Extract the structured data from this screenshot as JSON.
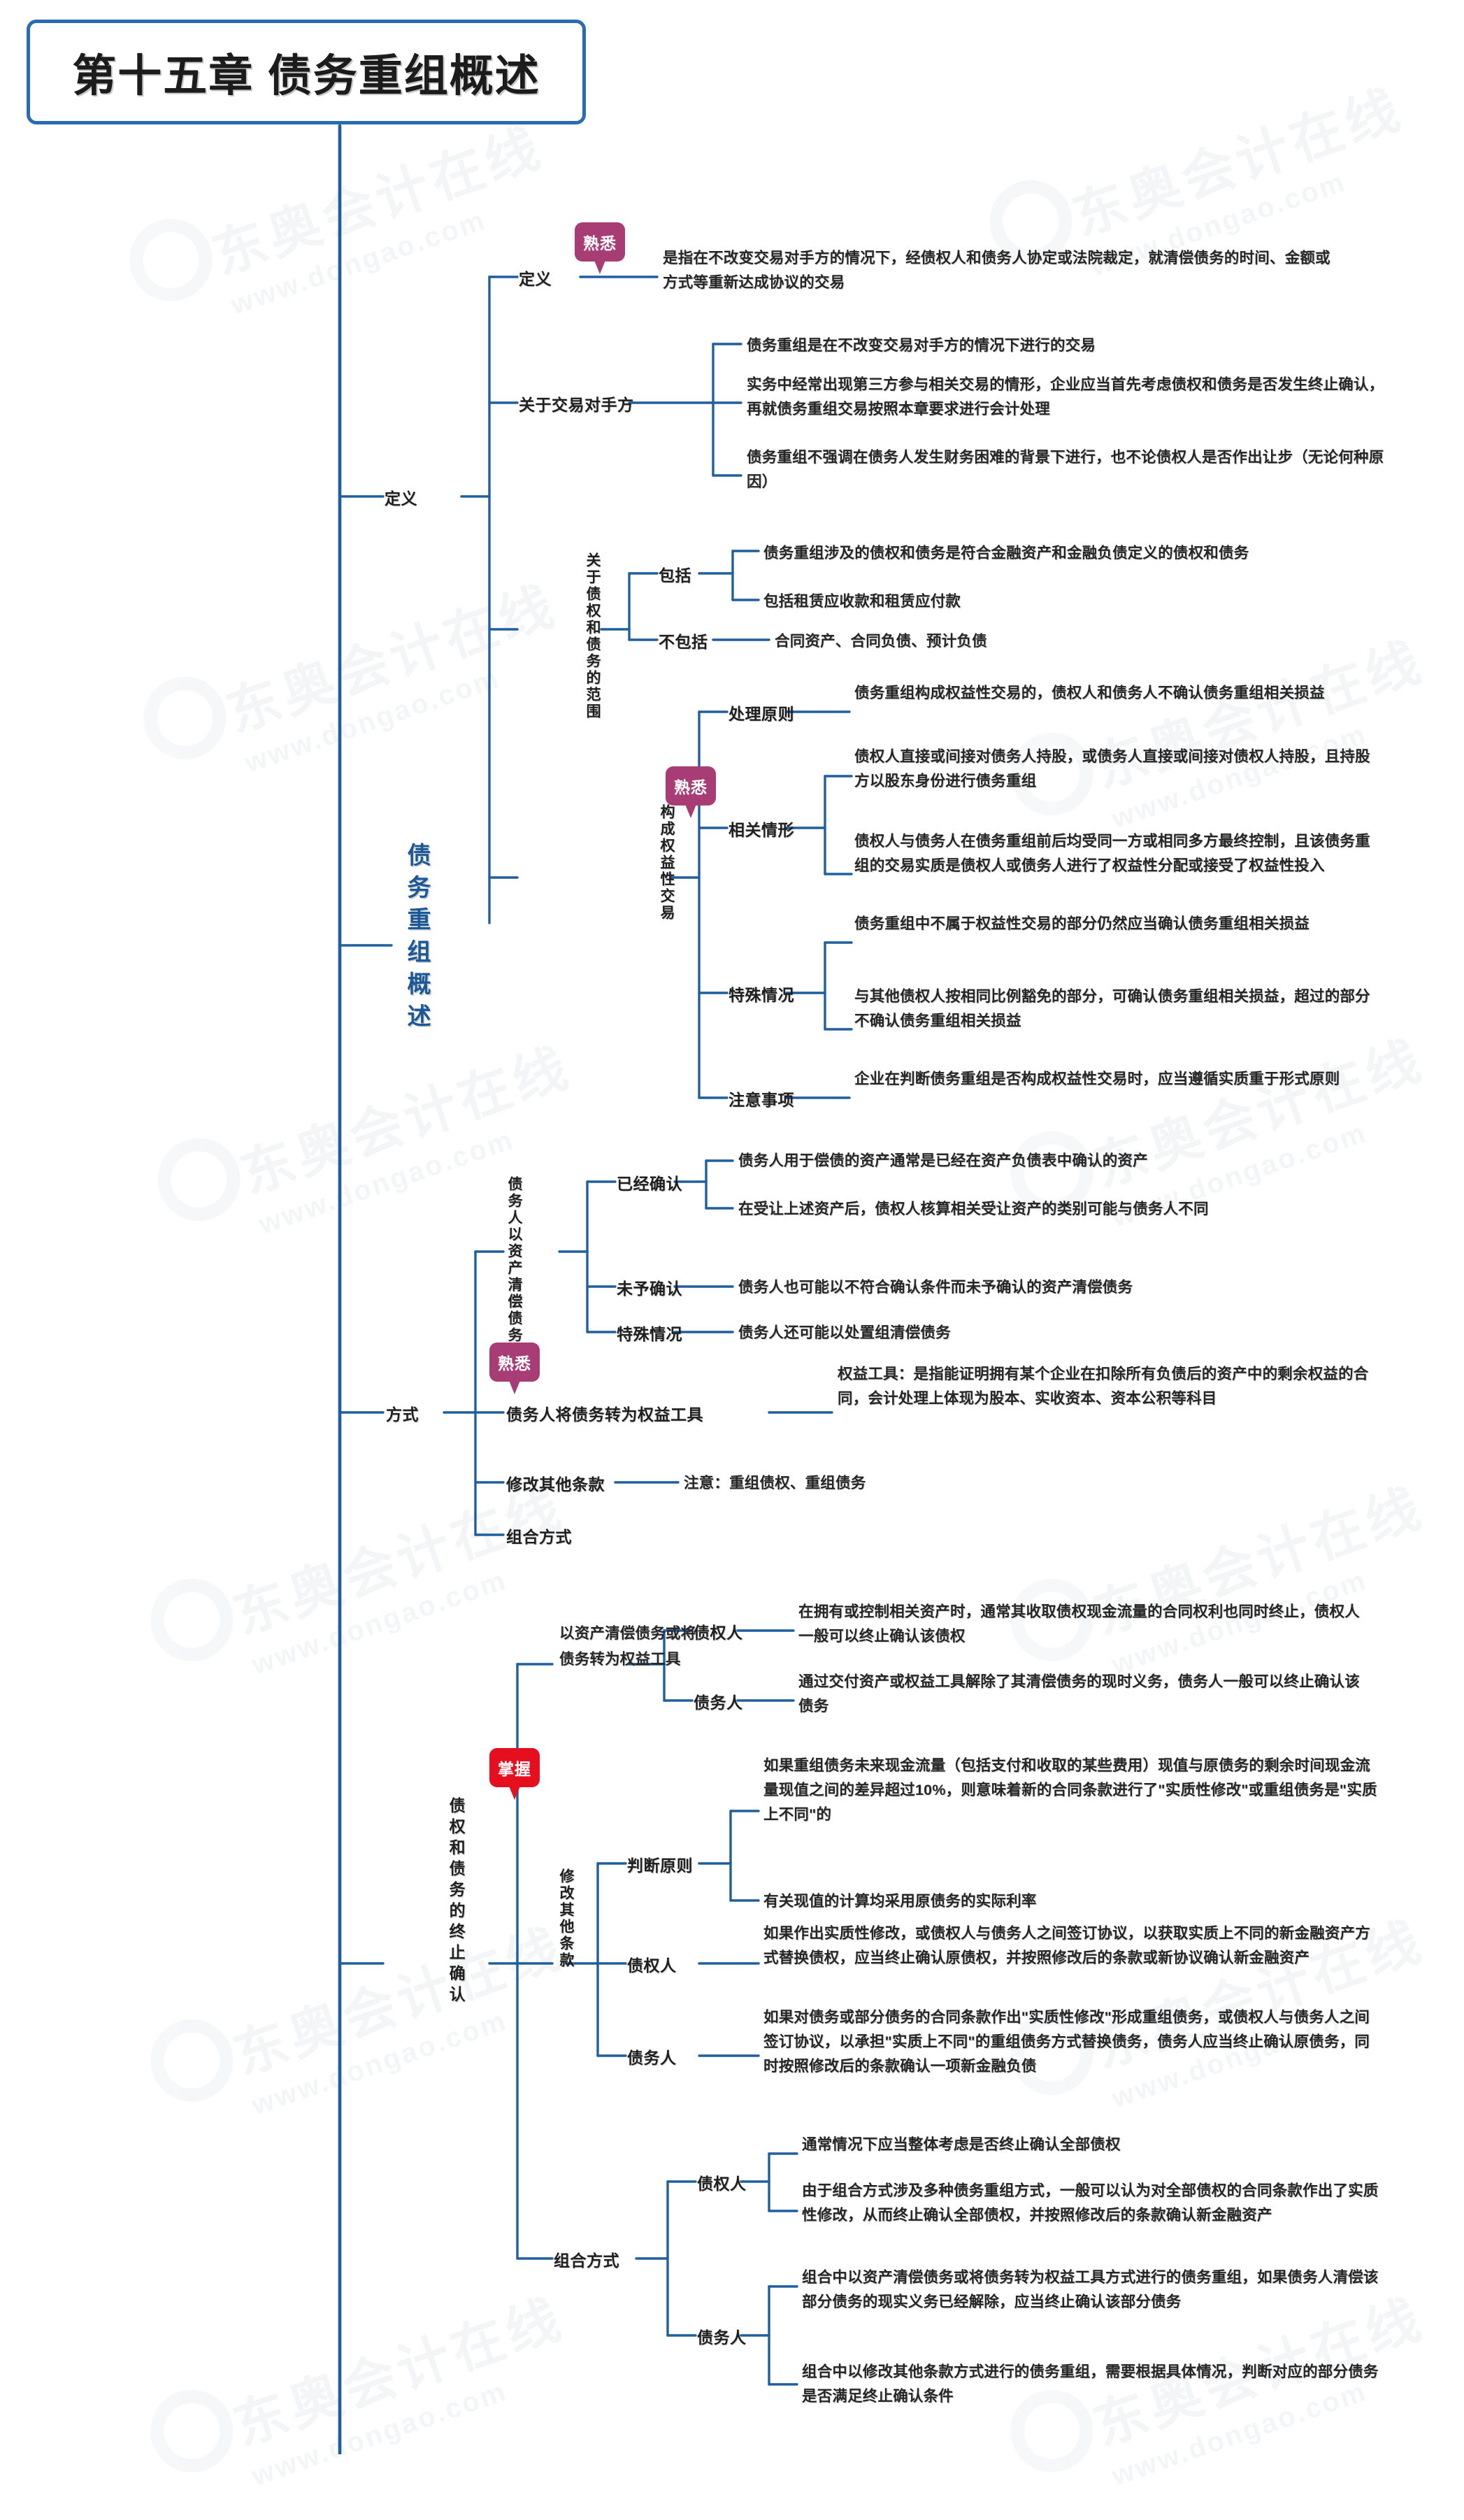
{
  "title": "第十五章 债务重组概述",
  "root": "债务重组概述",
  "badges": {
    "shuxi": "熟悉",
    "zhangwo": "掌握"
  },
  "branches": {
    "definition": {
      "label": "定义",
      "children": [
        {
          "label": "定义",
          "leaves": [
            "是指在不改变交易对手方的情况下，经债权人和债务人协定或法院裁定，就清偿债务的时间、金额或方式等重新达成协议的交易"
          ]
        },
        {
          "label": "关于交易对手方",
          "leaves": [
            "债务重组是在不改变交易对手方的情况下进行的交易",
            "实务中经常出现第三方参与相关交易的情形，企业应当首先考虑债权和债务是否发生终止确认，再就债务重组交易按照本章要求进行会计处理",
            "债务重组不强调在债务人发生财务困难的背景下进行，也不论债权人是否作出让步（无论何种原因）"
          ]
        },
        {
          "label": "关于债权和债务的范围",
          "subgroups": [
            {
              "label": "包括",
              "leaves": [
                "债务重组涉及的债权和债务是符合金融资产和金融负债定义的债权和债务",
                "包括租赁应收款和租赁应付款"
              ]
            },
            {
              "label": "不包括",
              "leaves": [
                "合同资产、合同负债、预计负债"
              ]
            }
          ]
        },
        {
          "label": "构成权益性交易",
          "subgroups": [
            {
              "label": "处理原则",
              "leaves": [
                "债务重组构成权益性交易的，债权人和债务人不确认债务重组相关损益"
              ]
            },
            {
              "label": "相关情形",
              "leaves": [
                "债权人直接或间接对债务人持股，或债务人直接或间接对债权人持股，且持股方以股东身份进行债务重组",
                "债权人与债务人在债务重组前后均受同一方或相同多方最终控制，且该债务重组的交易实质是债权人或债务人进行了权益性分配或接受了权益性投入"
              ]
            },
            {
              "label": "特殊情况",
              "leaves": [
                "债务重组中不属于权益性交易的部分仍然应当确认债务重组相关损益",
                "与其他债权人按相同比例豁免的部分，可确认债务重组相关损益，超过的部分不确认债务重组相关损益"
              ]
            },
            {
              "label": "注意事项",
              "leaves": [
                "企业在判断债务重组是否构成权益性交易时，应当遵循实质重于形式原则"
              ]
            }
          ]
        }
      ]
    },
    "methods": {
      "label": "方式",
      "children": [
        {
          "label": "债务人以资产清偿债务",
          "subgroups": [
            {
              "label": "已经确认",
              "leaves": [
                "债务人用于偿债的资产通常是已经在资产负债表中确认的资产",
                "在受让上述资产后，债权人核算相关受让资产的类别可能与债务人不同"
              ]
            },
            {
              "label": "未予确认",
              "leaves": [
                "债务人也可能以不符合确认条件而未予确认的资产清偿债务"
              ]
            },
            {
              "label": "特殊情况",
              "leaves": [
                "债务人还可能以处置组清偿债务"
              ]
            }
          ]
        },
        {
          "label": "债务人将债务转为权益工具",
          "leaves": [
            "权益工具：是指能证明拥有某个企业在扣除所有负债后的资产中的剩余权益的合同，会计处理上体现为股本、实收资本、资本公积等科目"
          ]
        },
        {
          "label": "修改其他条款",
          "leaves": [
            "注意：重组债权、重组债务"
          ]
        },
        {
          "label": "组合方式",
          "leaves": []
        }
      ]
    },
    "derecognition": {
      "label": "债权和债务的终止确认",
      "children": [
        {
          "label": "以资产清偿债务或将债务转为权益工具",
          "subgroups": [
            {
              "label": "债权人",
              "leaves": [
                "在拥有或控制相关资产时，通常其收取债权现金流量的合同权利也同时终止，债权人一般可以终止确认该债权"
              ]
            },
            {
              "label": "债务人",
              "leaves": [
                "通过交付资产或权益工具解除了其清偿债务的现时义务，债务人一般可以终止确认该债务"
              ]
            }
          ]
        },
        {
          "label": "修改其他条款",
          "subgroups": [
            {
              "label": "判断原则",
              "leaves": [
                "如果重组债务未来现金流量（包括支付和收取的某些费用）现值与原债务的剩余时间现金流量现值之间的差异超过10%，则意味着新的合同条款进行了\"实质性修改\"或重组债务是\"实质上不同\"的",
                "有关现值的计算均采用原债务的实际利率"
              ]
            },
            {
              "label": "债权人",
              "leaves": [
                "如果作出实质性修改，或债权人与债务人之间签订协议，以获取实质上不同的新金融资产方式替换债权，应当终止确认原债权，并按照修改后的条款或新协议确认新金融资产"
              ]
            },
            {
              "label": "债务人",
              "leaves": [
                "如果对债务或部分债务的合同条款作出\"实质性修改\"形成重组债务，或债权人与债务人之间签订协议，以承担\"实质上不同\"的重组债务方式替换债务，债务人应当终止确认原债务，同时按照修改后的条款确认一项新金融负债"
              ]
            }
          ]
        },
        {
          "label": "组合方式",
          "subgroups": [
            {
              "label": "债权人",
              "leaves": [
                "通常情况下应当整体考虑是否终止确认全部债权",
                "由于组合方式涉及多种债务重组方式，一般可以认为对全部债权的合同条款作出了实质性修改，从而终止确认全部债权，并按照修改后的条款确认新金融资产"
              ]
            },
            {
              "label": "债务人",
              "leaves": [
                "组合中以资产清偿债务或将债务转为权益工具方式进行的债务重组，如果债务人清偿该部分债务的现实义务已经解除，应当终止确认该部分债务",
                "组合中以修改其他条款方式进行的债务重组，需要根据具体情况，判断对应的部分债务是否满足终止确认条件"
              ]
            }
          ]
        }
      ]
    }
  },
  "watermark": {
    "cn": "东奥会计在线",
    "en": "www.dongao.com"
  },
  "colors": {
    "line": "#1f5f9e",
    "title_border": "#2a6cb0",
    "badge_shuxi": "#a83c75",
    "badge_zhangwo": "#e60f20",
    "root_text": "#1a5898"
  }
}
